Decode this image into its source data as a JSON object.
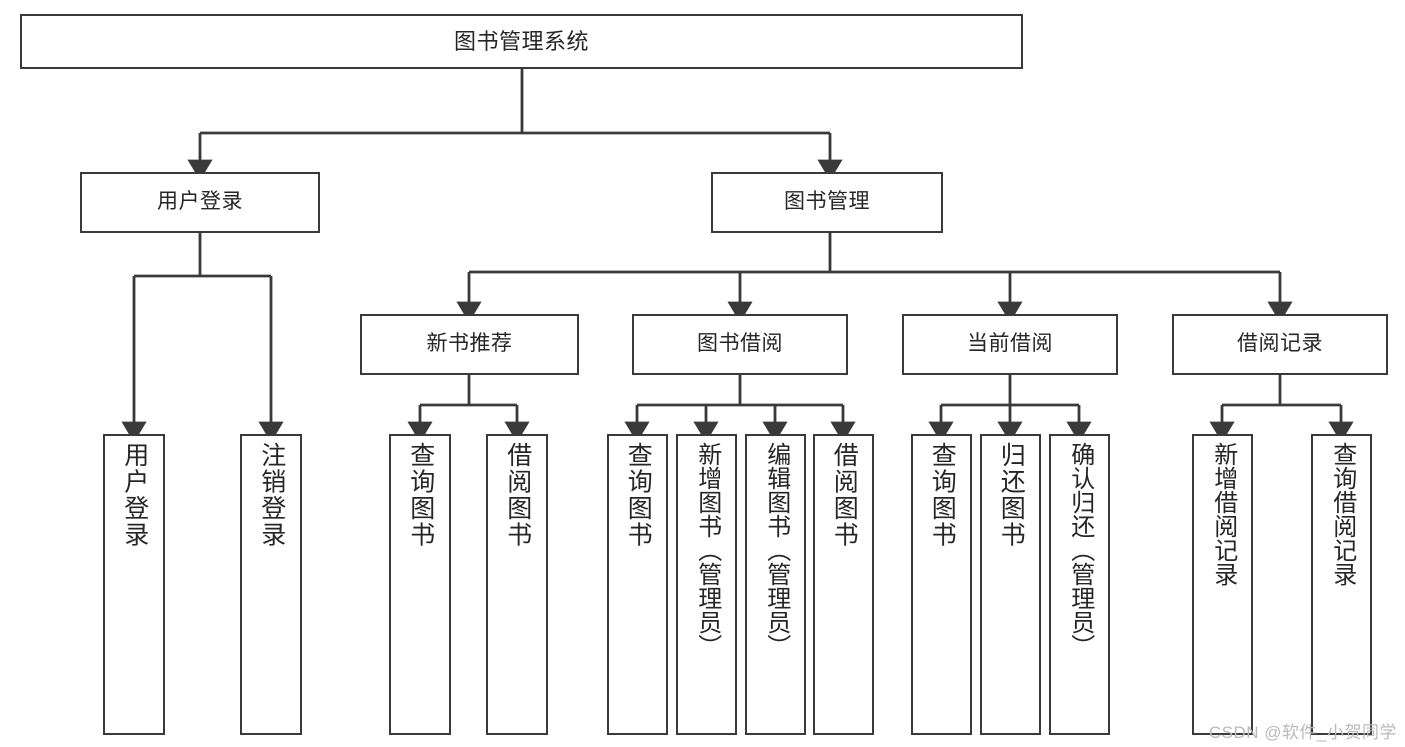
{
  "diagram": {
    "type": "tree",
    "title": "图书管理系统",
    "watermark": "CSDN @软件_小贺同学",
    "colors": {
      "stroke": "#3a3a3a",
      "fill": "#ffffff",
      "text": "#262626",
      "watermark": "#b9b9b9"
    },
    "root": {
      "label": "图书管理系统"
    },
    "level1": [
      {
        "id": "user-login",
        "label": "用户登录"
      },
      {
        "id": "book-manage",
        "label": "图书管理"
      }
    ],
    "level2": [
      {
        "id": "new-book-recommend",
        "label": "新书推荐"
      },
      {
        "id": "book-borrow",
        "label": "图书借阅"
      },
      {
        "id": "current-borrow",
        "label": "当前借阅"
      },
      {
        "id": "borrow-record",
        "label": "借阅记录"
      }
    ],
    "leaves": [
      {
        "id": "leaf-user-login",
        "label": "用户登录",
        "parent": "user-login"
      },
      {
        "id": "leaf-user-logout",
        "label": "注销登录",
        "parent": "user-login"
      },
      {
        "id": "leaf-query-book-1",
        "label": "查询图书",
        "parent": "new-book-recommend"
      },
      {
        "id": "leaf-borrow-book-1",
        "label": "借阅图书",
        "parent": "new-book-recommend"
      },
      {
        "id": "leaf-query-book-2",
        "label": "查询图书",
        "parent": "book-borrow"
      },
      {
        "id": "leaf-add-book",
        "label": "新增图书（管理员）",
        "parent": "book-borrow"
      },
      {
        "id": "leaf-edit-book",
        "label": "编辑图书（管理员）",
        "parent": "book-borrow"
      },
      {
        "id": "leaf-borrow-book-2",
        "label": "借阅图书",
        "parent": "book-borrow"
      },
      {
        "id": "leaf-query-book-3",
        "label": "查询图书",
        "parent": "current-borrow"
      },
      {
        "id": "leaf-return-book",
        "label": "归还图书",
        "parent": "current-borrow"
      },
      {
        "id": "leaf-confirm-return",
        "label": "确认归还（管理员）",
        "parent": "current-borrow"
      },
      {
        "id": "leaf-add-record",
        "label": "新增借阅记录",
        "parent": "borrow-record"
      },
      {
        "id": "leaf-query-record",
        "label": "查询借阅记录",
        "parent": "borrow-record"
      }
    ]
  }
}
